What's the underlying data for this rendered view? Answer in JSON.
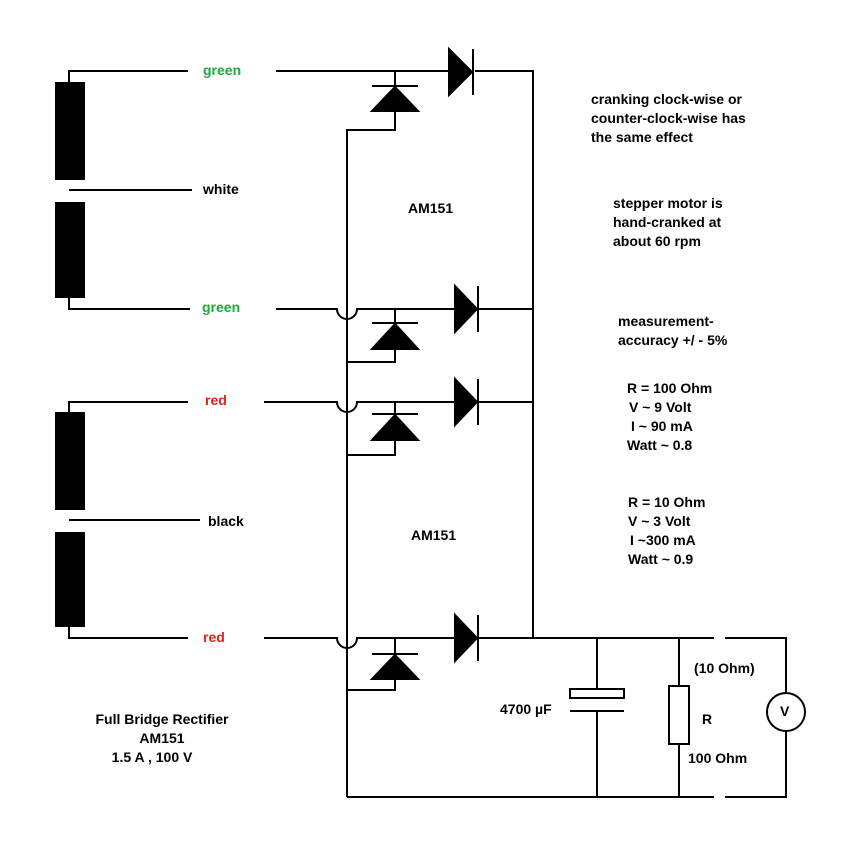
{
  "wires": {
    "coil1_top": "green",
    "coil1_mid": "white",
    "coil1_bot": "green",
    "coil2_top": "red",
    "coil2_mid": "black",
    "coil2_bot": "red"
  },
  "colors": {
    "green": "#1fa83c",
    "red": "#e02020",
    "line": "#000000"
  },
  "bridge1": "AM151",
  "bridge2": "AM151",
  "notes": {
    "crank_line1": "cranking clock-wise or",
    "crank_line2": "counter-clock-wise has",
    "crank_line3": "the same effect",
    "motor_line1": "stepper motor is",
    "motor_line2": "hand-cranked at",
    "motor_line3": "about 60 rpm",
    "accuracy_line1": "measurement-",
    "accuracy_line2": "accuracy  +/ -  5%"
  },
  "measurements": [
    {
      "r": "R = 100 Ohm",
      "v": "V ~ 9 Volt",
      "i": "I ~ 90 mA",
      "w": "Watt ~ 0.8"
    },
    {
      "r": "R = 10 Ohm",
      "v": "V ~ 3 Volt",
      "i": "I ~300 mA",
      "w": "Watt ~ 0.9"
    }
  ],
  "capacitor": "4700 µF",
  "resistor": {
    "symbol": "R",
    "alt_value": "(10 Ohm)",
    "value": "100 Ohm"
  },
  "voltmeter": "V",
  "caption": {
    "line1": "Full Bridge Rectifier",
    "line2": "AM151",
    "line3": "1.5 A , 100 V"
  }
}
